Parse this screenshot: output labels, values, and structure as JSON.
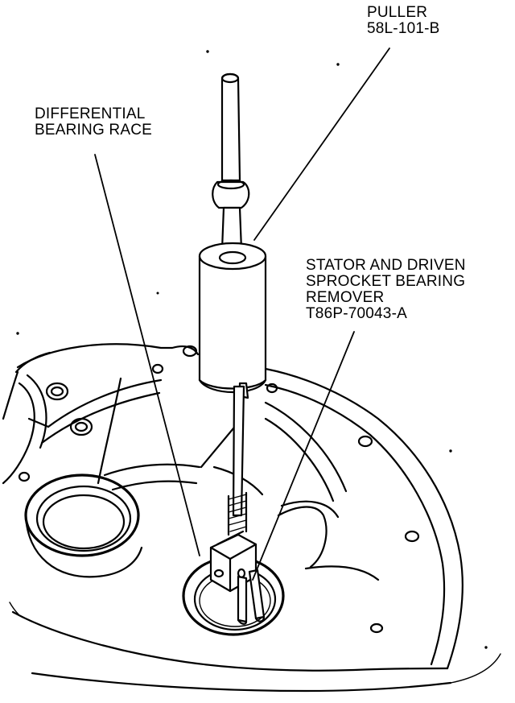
{
  "labels": {
    "puller": {
      "line1": "PULLER",
      "line2": "58L-101-B"
    },
    "differential_bearing_race": {
      "line1": "DIFFERENTIAL",
      "line2": "BEARING RACE"
    },
    "stator_remover": {
      "line1": "STATOR AND DRIVEN",
      "line2": "SPROCKET BEARING",
      "line3": "REMOVER",
      "line4": "T86P-70043-A"
    }
  }
}
